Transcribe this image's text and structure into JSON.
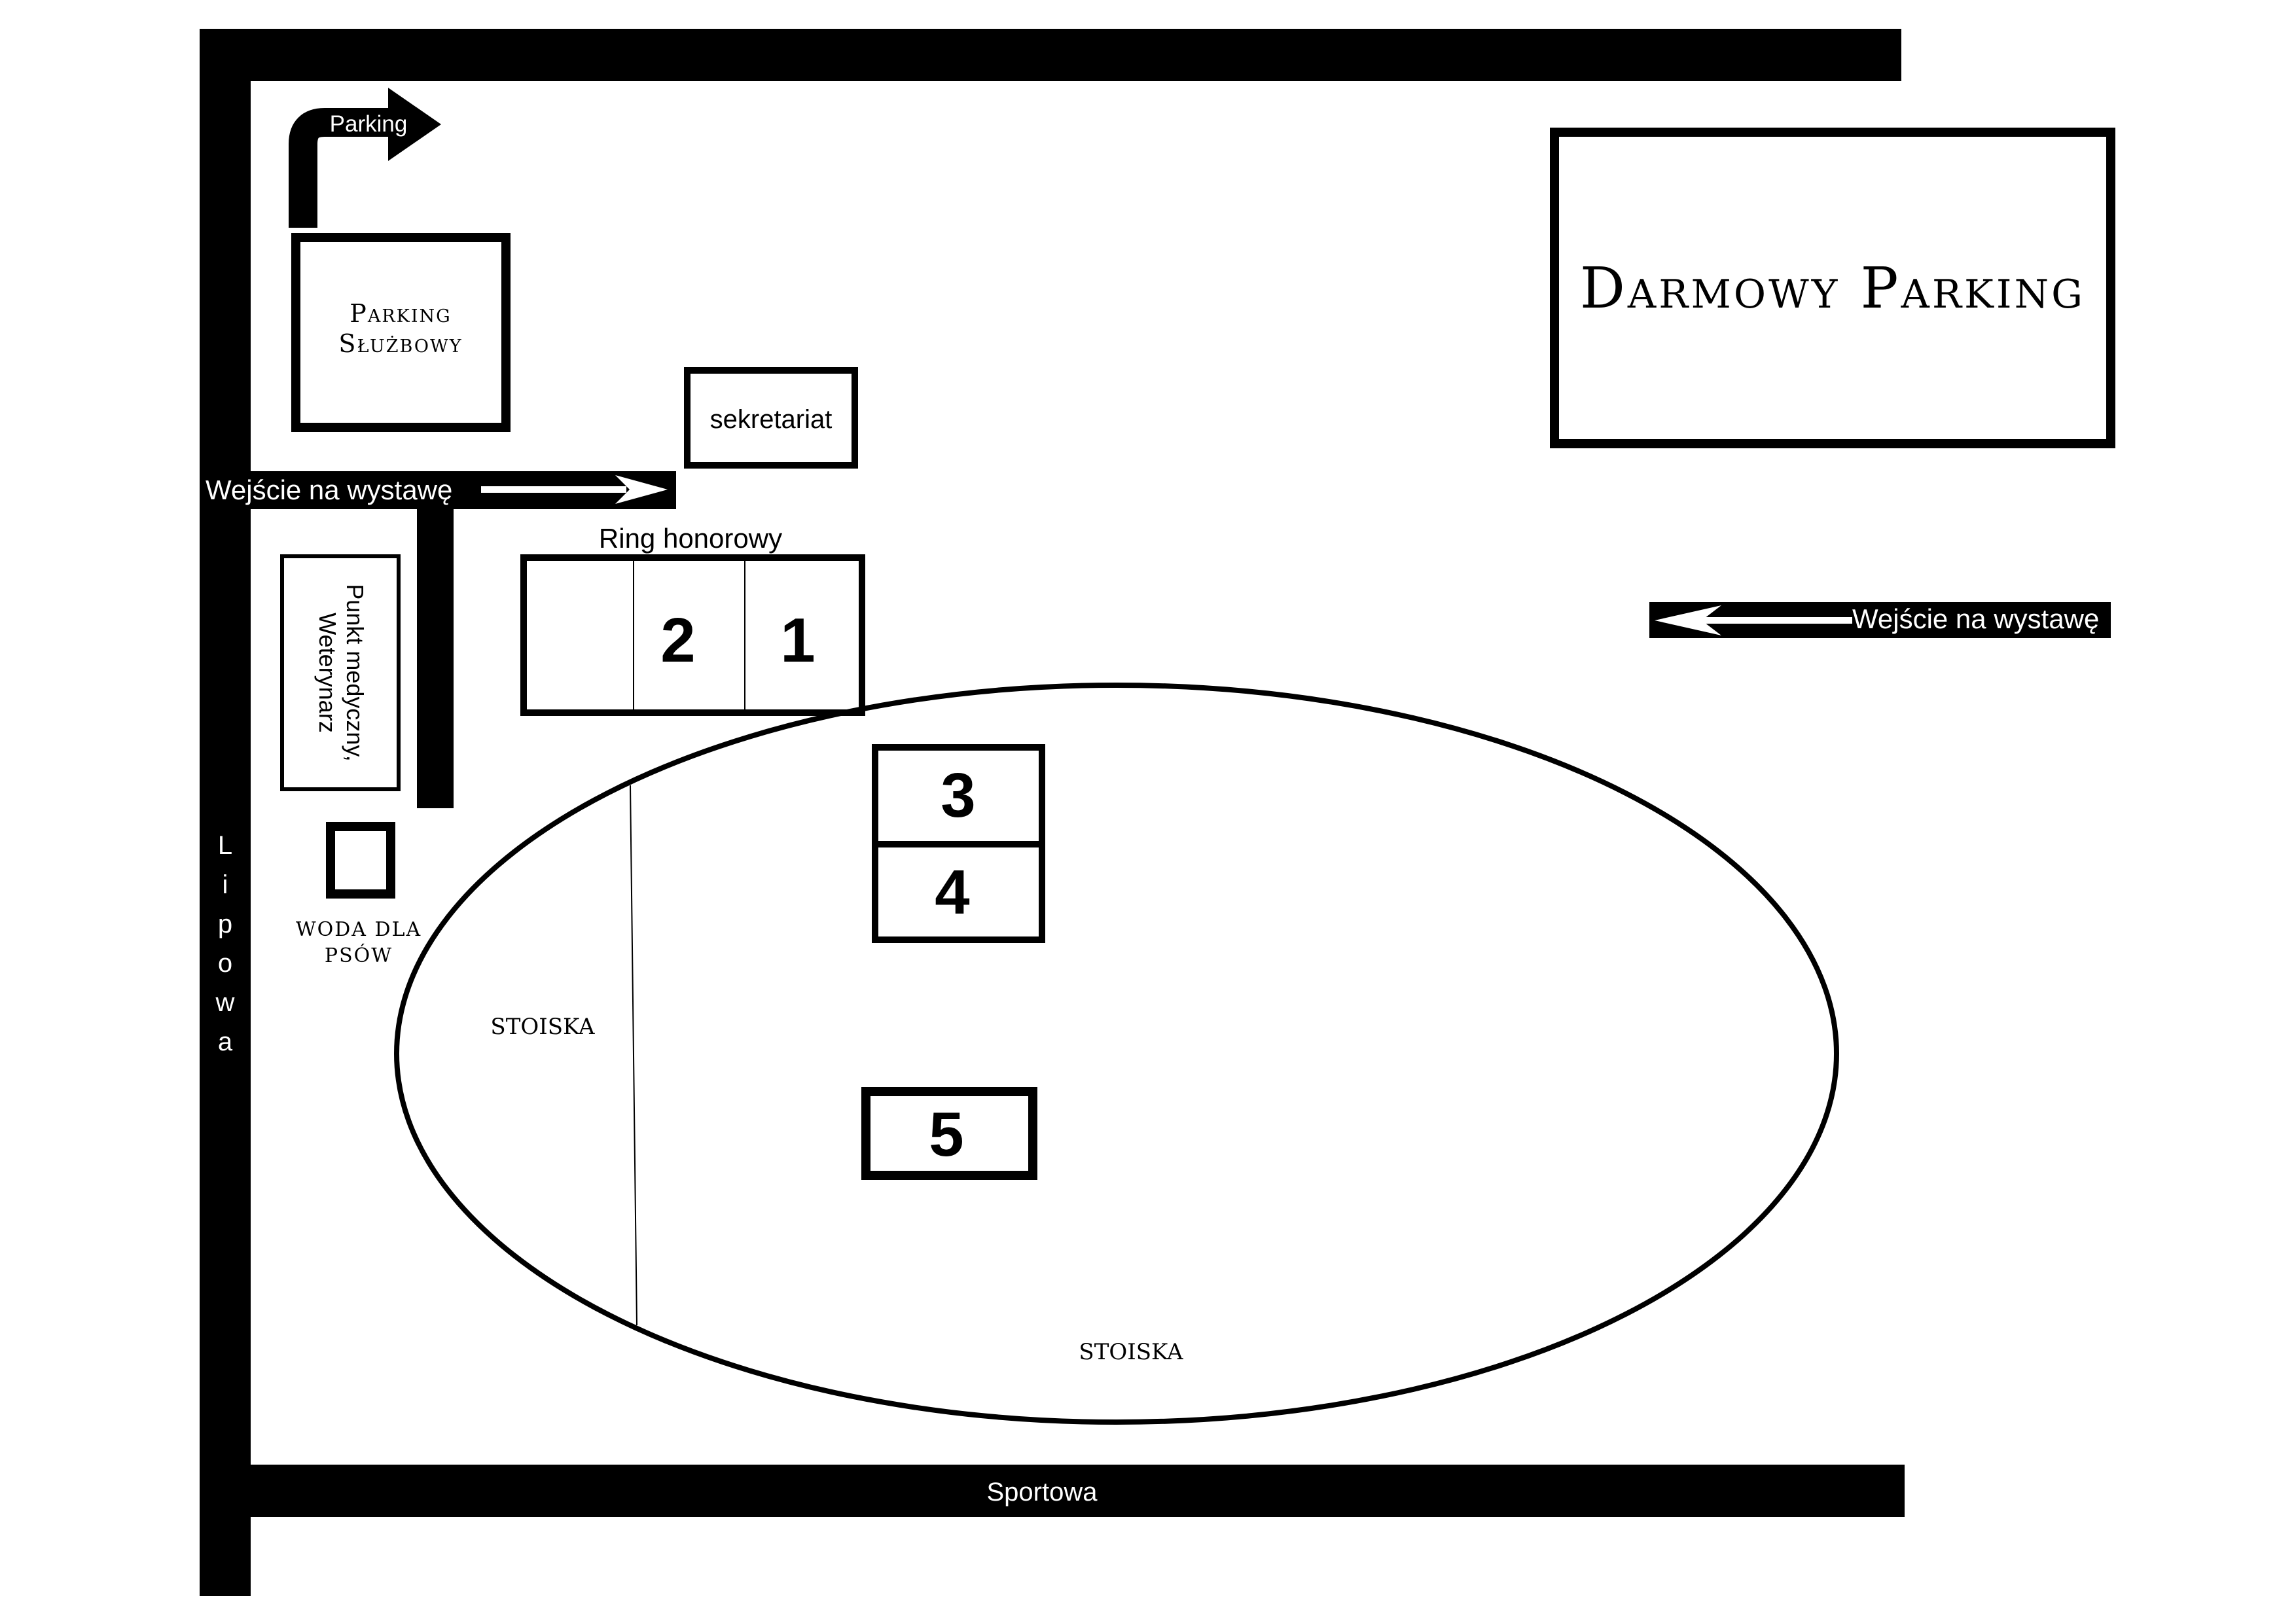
{
  "streets": {
    "left": "Lipowa",
    "bottom": "Sportowa"
  },
  "labels": {
    "parking_arrow": "Parking",
    "staff_parking_line1": "Parking",
    "staff_parking_line2": "Służbowy",
    "free_parking": "Darmowy Parking",
    "secretariat": "sekretariat",
    "entrance_left": "Wejście na wystawę",
    "entrance_right": "Wejście na wystawę",
    "honor_ring": "Ring honorowy",
    "vet_line1": "Punkt medyczny,",
    "vet_line2": "Weterynarz",
    "water_line1": "WODA DLA",
    "water_line2": "PSÓW",
    "stalls_left": "STOISKA",
    "stalls_bottom": "STOISKA"
  },
  "rings": {
    "r1": "1",
    "r2": "2",
    "r3": "3",
    "r4": "4",
    "r5": "5"
  },
  "colors": {
    "ink": "#000000",
    "paper": "#ffffff"
  }
}
